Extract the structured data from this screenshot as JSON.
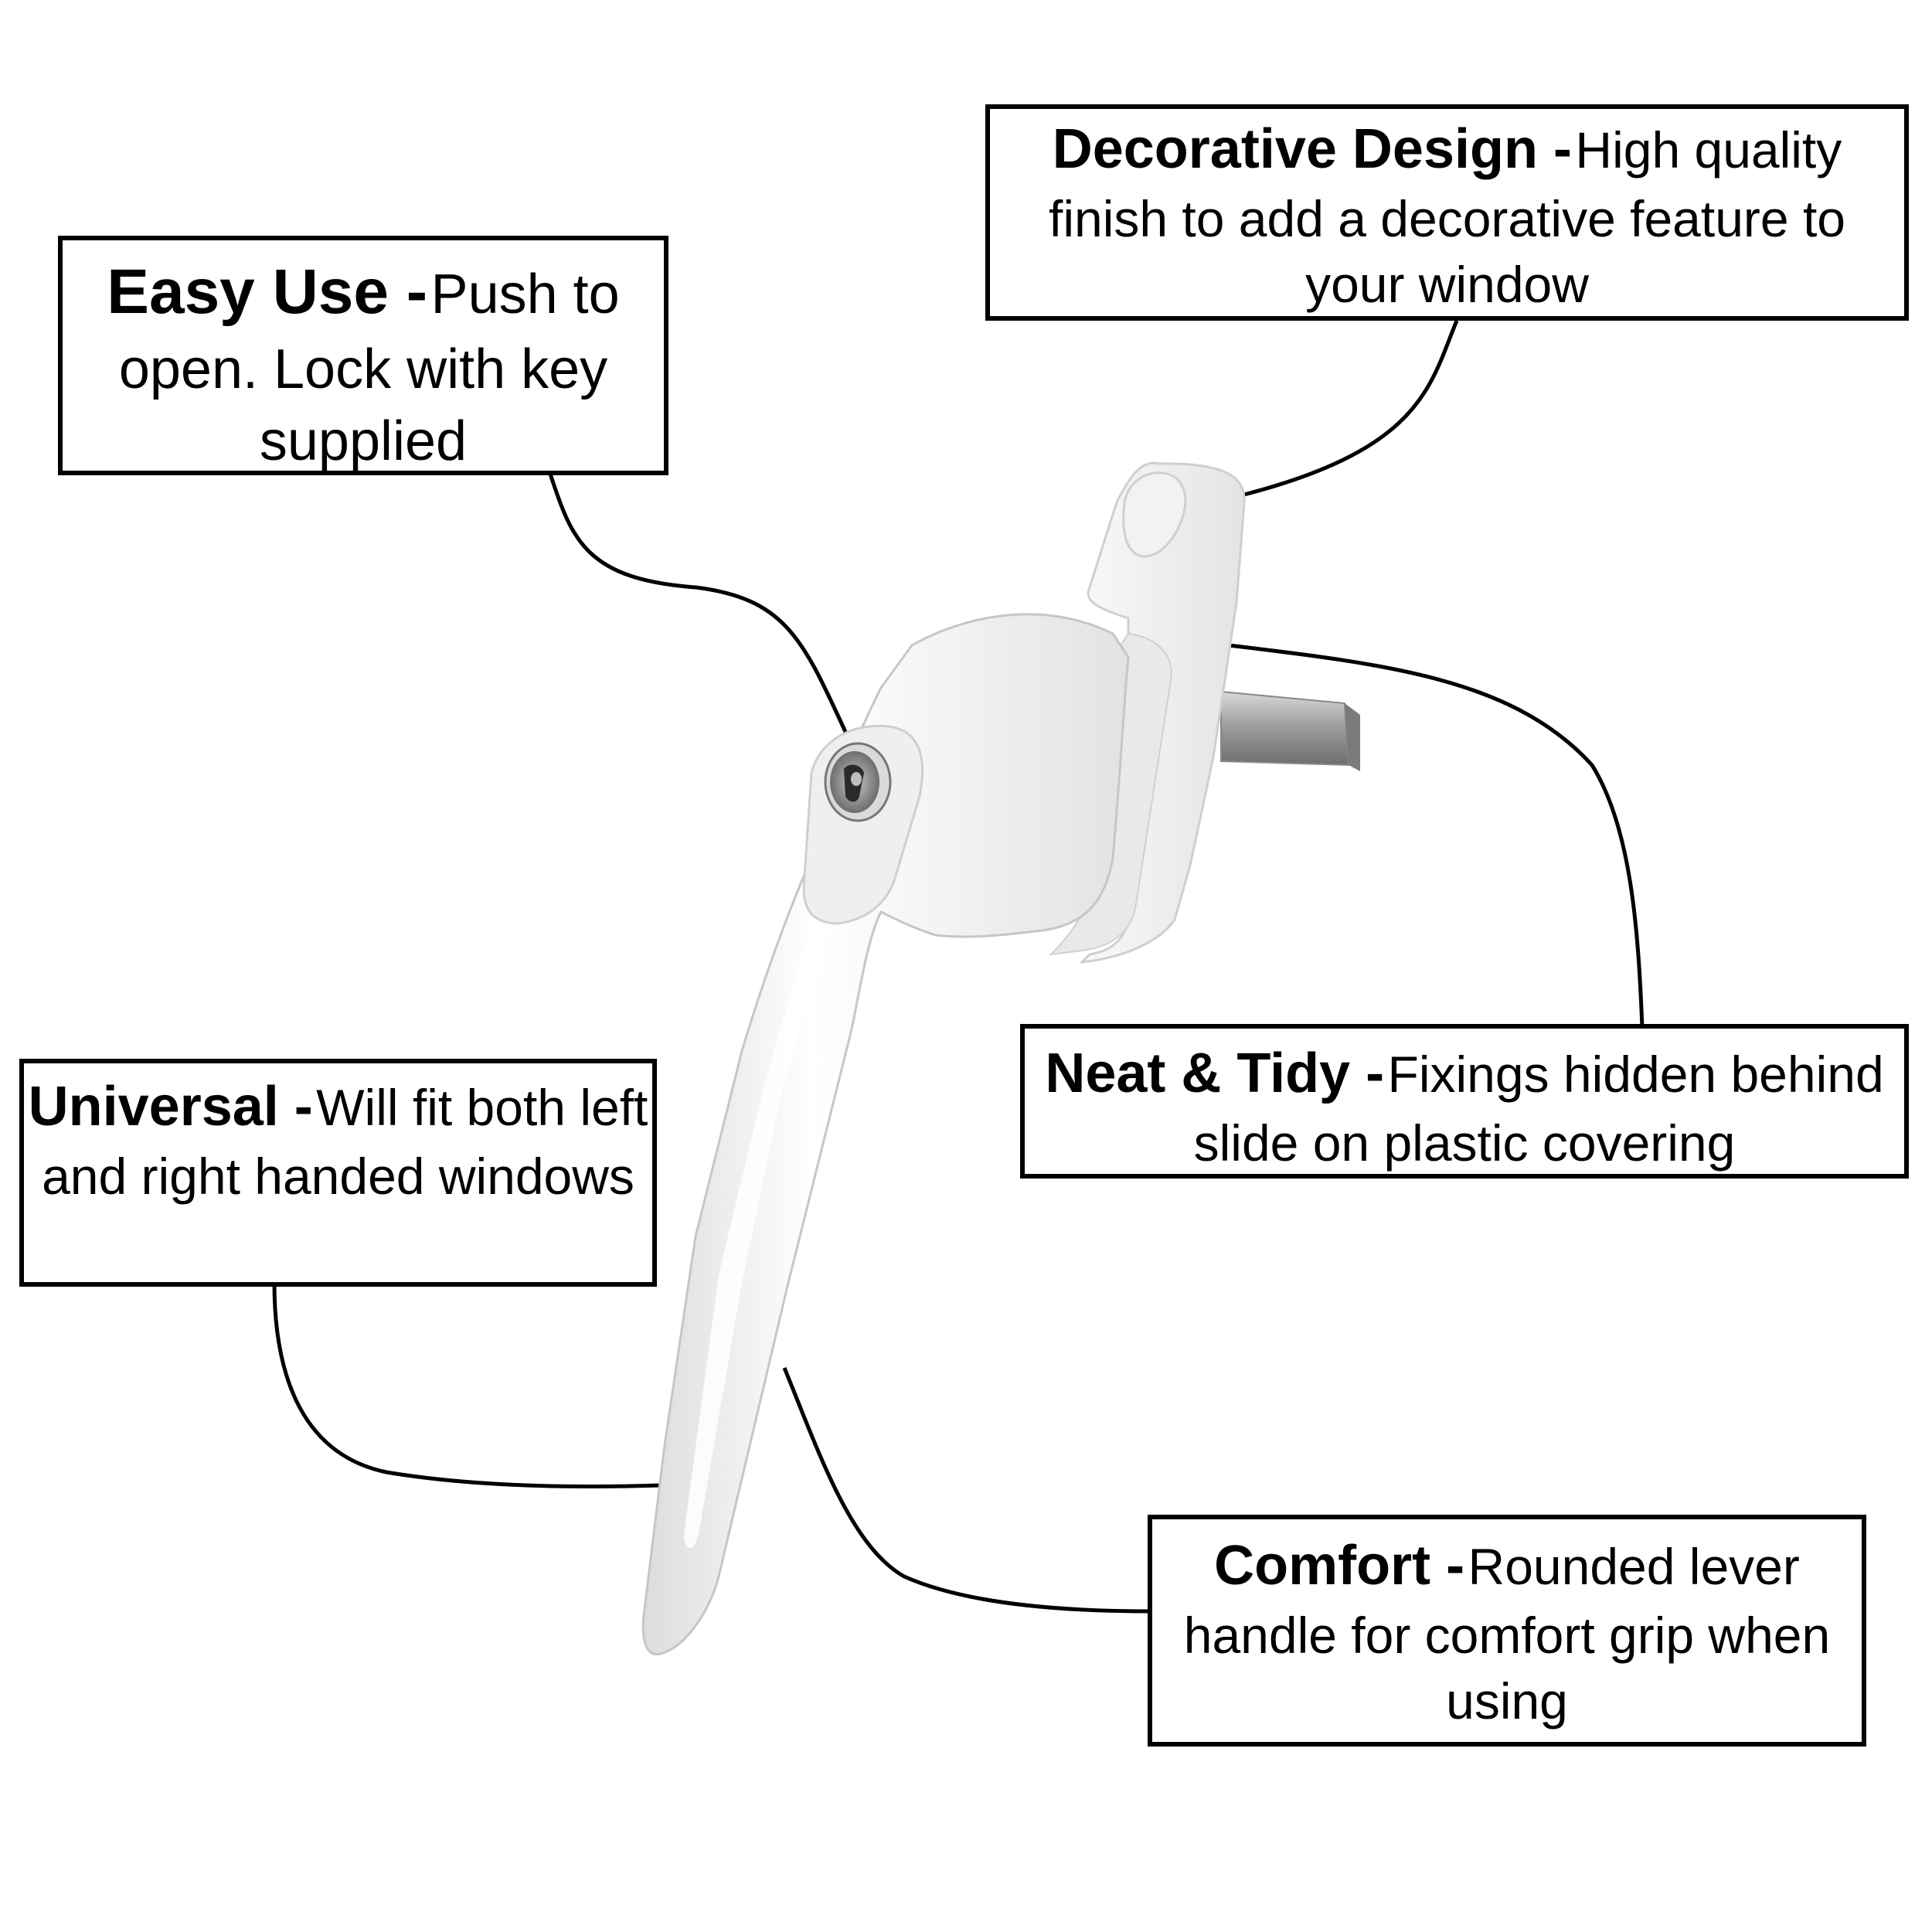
{
  "callouts": [
    {
      "heading": "Easy Use -",
      "text": "Push to open. Lock with key supplied"
    },
    {
      "heading": "Decorative Design -",
      "text": "High quality finish to add a decorative feature to your window"
    },
    {
      "heading": "Neat & Tidy -",
      "text": "Fixings hidden behind slide on plastic covering"
    },
    {
      "heading": "Universal -",
      "text": "Will fit both left and right handed windows"
    },
    {
      "heading": "Comfort -",
      "text": "Rounded lever handle for comfort grip when using"
    }
  ]
}
